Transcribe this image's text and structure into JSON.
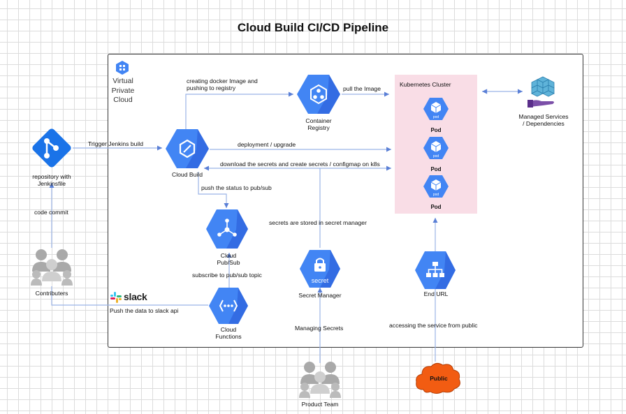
{
  "title": "Cloud Build CI/CD Pipeline",
  "vpc_label_lines": [
    "Virtual",
    "Private",
    "Cloud"
  ],
  "k8s": {
    "title": "Kubernetes Cluster",
    "pod_label": "Pod",
    "pod_icon_text": "pod"
  },
  "nodes": {
    "repo": [
      "repository with",
      "Jenkinsfile"
    ],
    "cloud_build": "Cloud Build",
    "container_registry": [
      "Container",
      "Registry"
    ],
    "managed_services": [
      "Managed Services",
      "/ Dependencies"
    ],
    "pubsub": [
      "Cloud",
      "Pub/Sub"
    ],
    "secret_manager": "Secret Manager",
    "secret_icon_text": "secret",
    "end_url": "End URL",
    "cloud_functions": [
      "Cloud",
      "Functions"
    ],
    "contributers": "Contributers",
    "product_team": "Product Team",
    "public": "Public",
    "slack": "slack"
  },
  "edges": {
    "trigger": "Trigger Jenkins build",
    "creating_image": [
      "creating docker Image and",
      "pushing to registry"
    ],
    "pull_image": "pull the Image",
    "deployment": "deployment / upgrade",
    "download_secrets": "download the secrets and create secrets / configmap on k8s",
    "push_status": "push the status to pub/sub",
    "secrets_stored": "secrets are stored in secret manager",
    "code_commit": "code commit",
    "subscribe": "subscribe to pub/sub topic",
    "push_slack": "Push the data to slack api",
    "managing_secrets": "Managing Secrets",
    "accessing_service": "accessing the service from public"
  },
  "colors": {
    "gcp_blue": "#4285f4",
    "gcp_blue_dark": "#2a5bd7",
    "wire": "#9bb4e6",
    "k8s_bg": "#f9dde6",
    "git_blue": "#1a73e8",
    "public_orange": "#f25c12"
  }
}
